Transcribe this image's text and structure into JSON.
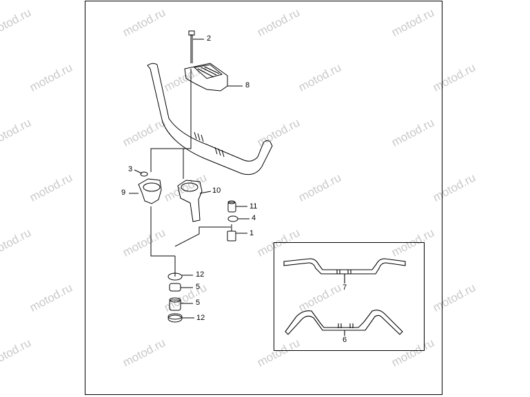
{
  "watermark": "motod.ru",
  "callouts": [
    {
      "id": "c2",
      "label": "2"
    },
    {
      "id": "c8",
      "label": "8"
    },
    {
      "id": "c3",
      "label": "3"
    },
    {
      "id": "c9",
      "label": "9"
    },
    {
      "id": "c10",
      "label": "10"
    },
    {
      "id": "c11",
      "label": "11"
    },
    {
      "id": "c4",
      "label": "4"
    },
    {
      "id": "c1",
      "label": "1"
    },
    {
      "id": "c12a",
      "label": "12"
    },
    {
      "id": "c5a",
      "label": "5"
    },
    {
      "id": "c5b",
      "label": "5"
    },
    {
      "id": "c12b",
      "label": "12"
    },
    {
      "id": "c7",
      "label": "7"
    },
    {
      "id": "c6",
      "label": "6"
    }
  ]
}
